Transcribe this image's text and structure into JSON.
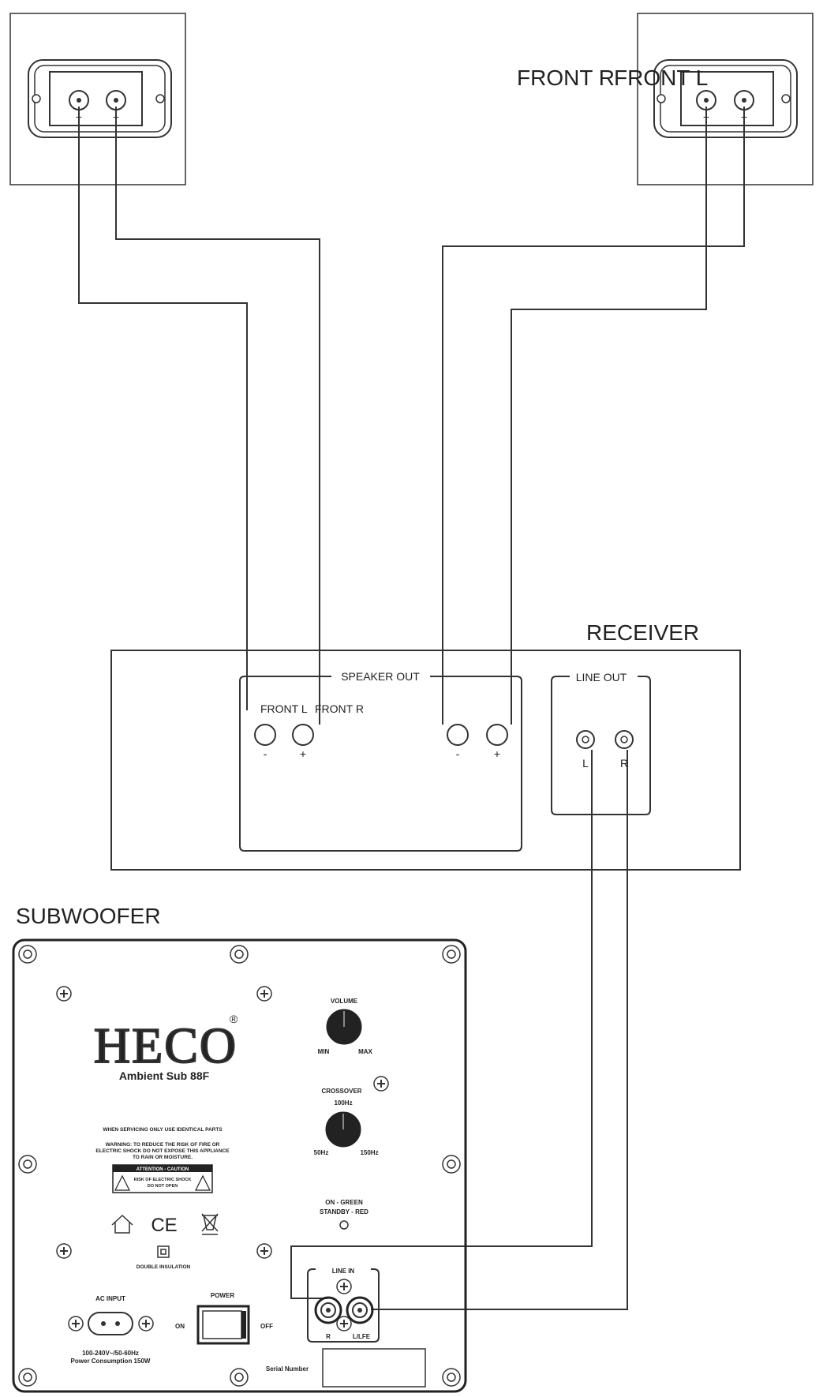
{
  "speakers": {
    "left_label": "FRONT R",
    "right_label": "FRONT L",
    "terminal_minus": "−",
    "terminal_plus": "+"
  },
  "receiver": {
    "title": "RECEIVER",
    "speaker_out": "SPEAKER OUT",
    "front_l": "FRONT L",
    "front_r": "FRONT R",
    "minus": "-",
    "plus": "+",
    "line_out": "LINE OUT",
    "l": "L",
    "r": "R"
  },
  "subwoofer": {
    "title": "SUBWOOFER",
    "brand": "HECO",
    "registered": "®",
    "model": "Ambient Sub 88F",
    "volume": "VOLUME",
    "min": "MIN",
    "max": "MAX",
    "crossover": "CROSSOVER",
    "freq_100": "100Hz",
    "freq_50": "50Hz",
    "freq_150": "150Hz",
    "warn1": "WHEN SERVICING ONLY USE IDENTICAL PARTS",
    "warn2": "WARNING: TO REDUCE THE RISK OF FIRE OR",
    "warn3": "ELECTRIC SHOCK DO NOT EXPOSE THIS APPLIANCE",
    "warn4": "TO RAIN OR MOISTURE.",
    "caution1": "ATTENTION - CAUTION",
    "caution2": "RISK OF ELECTRIC SHOCK",
    "caution3": "DO NOT OPEN",
    "ce": "CE",
    "double_insulation": "DOUBLE INSULATION",
    "on_green": "ON - GREEN",
    "standby_red": "STANDBY - RED",
    "ac_input": "AC INPUT",
    "voltage": "100-240V~/50-60Hz",
    "consumption": "Power Consumption 150W",
    "power": "POWER",
    "on": "ON",
    "off": "OFF",
    "line_in": "LINE IN",
    "in_r": "R",
    "in_l": "L/LFE",
    "serial": "Serial Number"
  }
}
